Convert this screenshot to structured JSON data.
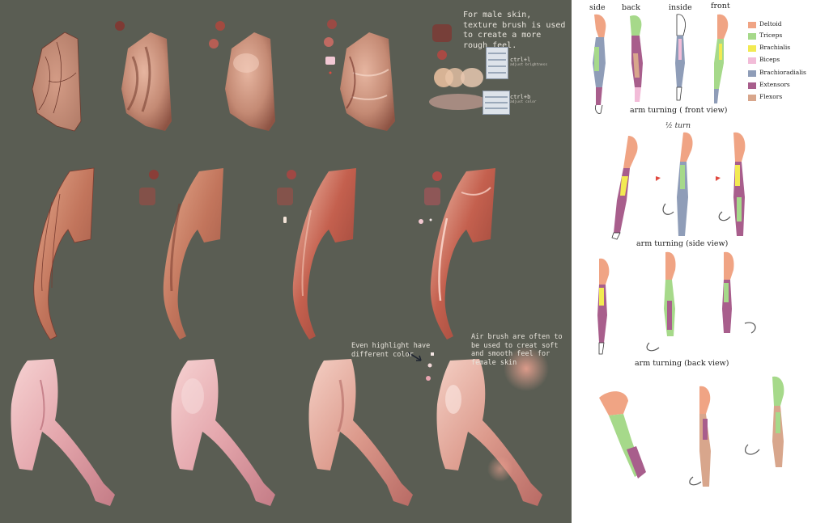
{
  "notes": {
    "male_texture": "For male skin, texture brush is used to create a more rough feel.",
    "highlight_color": "Even highlight have different color",
    "air_brush": "Air brush are often to be used to creat soft and smooth feel for female skin"
  },
  "shortcuts": [
    {
      "key": "ctrl+l",
      "sub": "adjust brightness"
    },
    {
      "key": "ctrl+b",
      "sub": "adjust color"
    }
  ],
  "views": {
    "columns": [
      "side",
      "back",
      "inside",
      "front"
    ],
    "turn_note": "½ turn",
    "captions": [
      "arm turning ( front view)",
      "arm turning (side view)",
      "arm turning (back view)"
    ]
  },
  "legend": [
    {
      "label": "Deltoid",
      "color": "#f0a484"
    },
    {
      "label": "Triceps",
      "color": "#a6d98a"
    },
    {
      "label": "Brachialis",
      "color": "#f2ea52"
    },
    {
      "label": "Biceps",
      "color": "#f2bcd8"
    },
    {
      "label": "Brachioradialis",
      "color": "#8f9db8"
    },
    {
      "label": "Extensors",
      "color": "#a85e8c"
    },
    {
      "label": "Flexors",
      "color": "#d8a68c"
    }
  ],
  "colors": {
    "left_background": "#5a5d53",
    "male_skin_base": "#b8826a",
    "male_skin_shadow": "#7e4a3c",
    "male_skin_light": "#e8b8a0",
    "arm_skin_base": "#c8826a",
    "female_skin_base": "#e8b4b8",
    "female_skin_shadow": "#c47c86"
  }
}
